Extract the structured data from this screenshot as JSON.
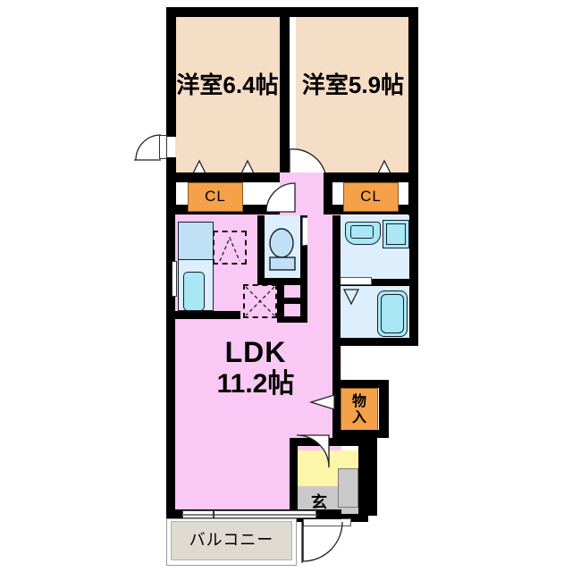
{
  "plan": {
    "type": "floor-plan",
    "layout_name": "2LDK",
    "rooms": [
      {
        "id": "bedroom-1",
        "label": "洋室6.4帖",
        "name_en": "Western room 6.4 jo",
        "size_jo": 6.4,
        "fill": "#f6ddc6"
      },
      {
        "id": "bedroom-2",
        "label": "洋室5.9帖",
        "name_en": "Western room 5.9 jo",
        "size_jo": 5.9,
        "fill": "#f6ddc6"
      },
      {
        "id": "ldk",
        "label_line1": "LDK",
        "label_line2": "11.2帖",
        "name_en": "Living Dining Kitchen 11.2 jo",
        "size_jo": 11.2,
        "fill": "#f9c8f4"
      },
      {
        "id": "closet-1",
        "label": "CL",
        "name_en": "Closet",
        "fill": "#f4a14a"
      },
      {
        "id": "closet-2",
        "label": "CL",
        "name_en": "Closet",
        "fill": "#f4a14a"
      },
      {
        "id": "storage",
        "label_line1": "物",
        "label_line2": "入",
        "name_en": "Storage closet",
        "fill": "#f4a14a"
      },
      {
        "id": "entrance",
        "label": "玄",
        "name_en": "Genkan entrance",
        "fill": "#c9c9c9"
      },
      {
        "id": "balcony",
        "label": "バルコニー",
        "name_en": "Balcony",
        "fill": "#dedad1"
      },
      {
        "id": "toilet",
        "label": "",
        "name_en": "Toilet",
        "fill": "#ddeefc"
      },
      {
        "id": "washroom",
        "label": "",
        "name_en": "Washroom / vanity",
        "fill": "#ddeefc"
      },
      {
        "id": "bathroom",
        "label": "",
        "name_en": "Bathroom with tub",
        "fill": "#ddeefc"
      }
    ],
    "fixtures": [
      {
        "id": "kitchen-counter",
        "name_en": "Kitchen counter with sink"
      },
      {
        "id": "kitchen-sink",
        "name_en": "Sink basin"
      },
      {
        "id": "stove",
        "name_en": "Cooktop / range"
      },
      {
        "id": "refrigerator-space",
        "name_en": "Refrigerator space"
      },
      {
        "id": "toilet-bowl",
        "name_en": "Toilet bowl"
      },
      {
        "id": "washbasin",
        "name_en": "Wash basin"
      },
      {
        "id": "washing-machine-space",
        "name_en": "Washing machine space"
      },
      {
        "id": "bathtub",
        "name_en": "Bathtub"
      }
    ],
    "colors": {
      "wall": "#000000",
      "bedroom": "#f6ddc6",
      "ldk": "#f9c8f4",
      "water": "#ddeefc",
      "closet": "#f4a14a",
      "balcony": "#dedad1",
      "entry_upper": "#fdf5a8",
      "entry_lower": "#c9c9c9",
      "fixture_blue": "#bfe0f5",
      "fixture_cyan": "#a9e7f5"
    }
  }
}
